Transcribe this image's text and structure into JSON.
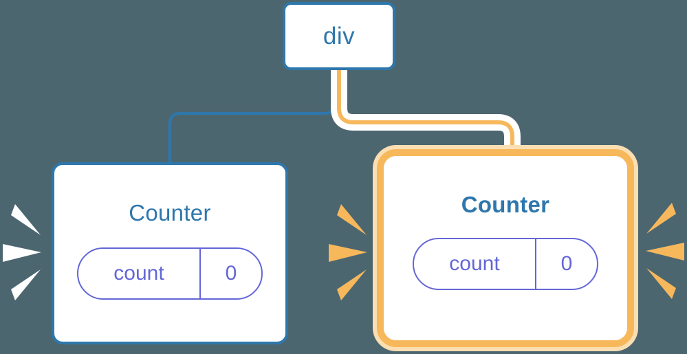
{
  "diagram": {
    "title": "component-tree-reactivity",
    "background_color": "#4c6670",
    "colors": {
      "blue": "#2e77ac",
      "orange": "#f7b85c",
      "orange_pale": "#fbdfb2",
      "purple": "#6366d8",
      "white": "#ffffff"
    }
  },
  "root": {
    "label": "div",
    "name": "div-node"
  },
  "components": [
    {
      "name": "counter-left",
      "title": "Counter",
      "highlighted": false,
      "state": {
        "key": "count",
        "value": "0"
      },
      "sparkle_color": "#ffffff"
    },
    {
      "name": "counter-right",
      "title": "Counter",
      "highlighted": true,
      "state": {
        "key": "count",
        "value": "0"
      },
      "sparkle_color": "#f7b85c"
    }
  ],
  "edges": [
    {
      "name": "edge-div-to-counter-left",
      "from": "div",
      "to": "Counter",
      "color": "#2e77ac",
      "active": false
    },
    {
      "name": "edge-div-to-counter-right",
      "from": "div",
      "to": "Counter",
      "color": "#f7b85c",
      "active": true
    }
  ]
}
